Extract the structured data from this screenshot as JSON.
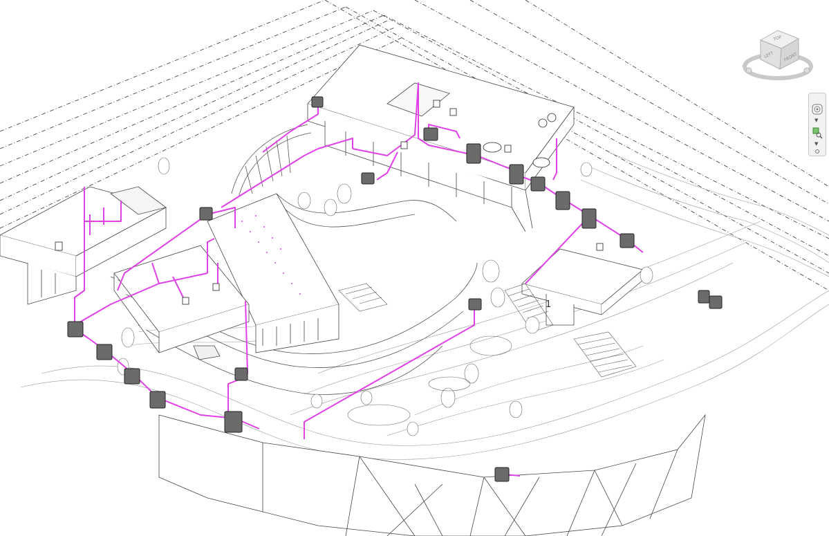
{
  "viewcube": {
    "top_label": "TOP",
    "left_label": "LEFT",
    "front_label": "FRONT"
  },
  "view": {
    "room_tag": "1",
    "pipe_color": "#e040e8",
    "line_color": "#555555",
    "background": "#ffffff"
  },
  "navbar": {
    "icons": [
      "steering-wheel-icon",
      "zoom-region-icon"
    ]
  }
}
